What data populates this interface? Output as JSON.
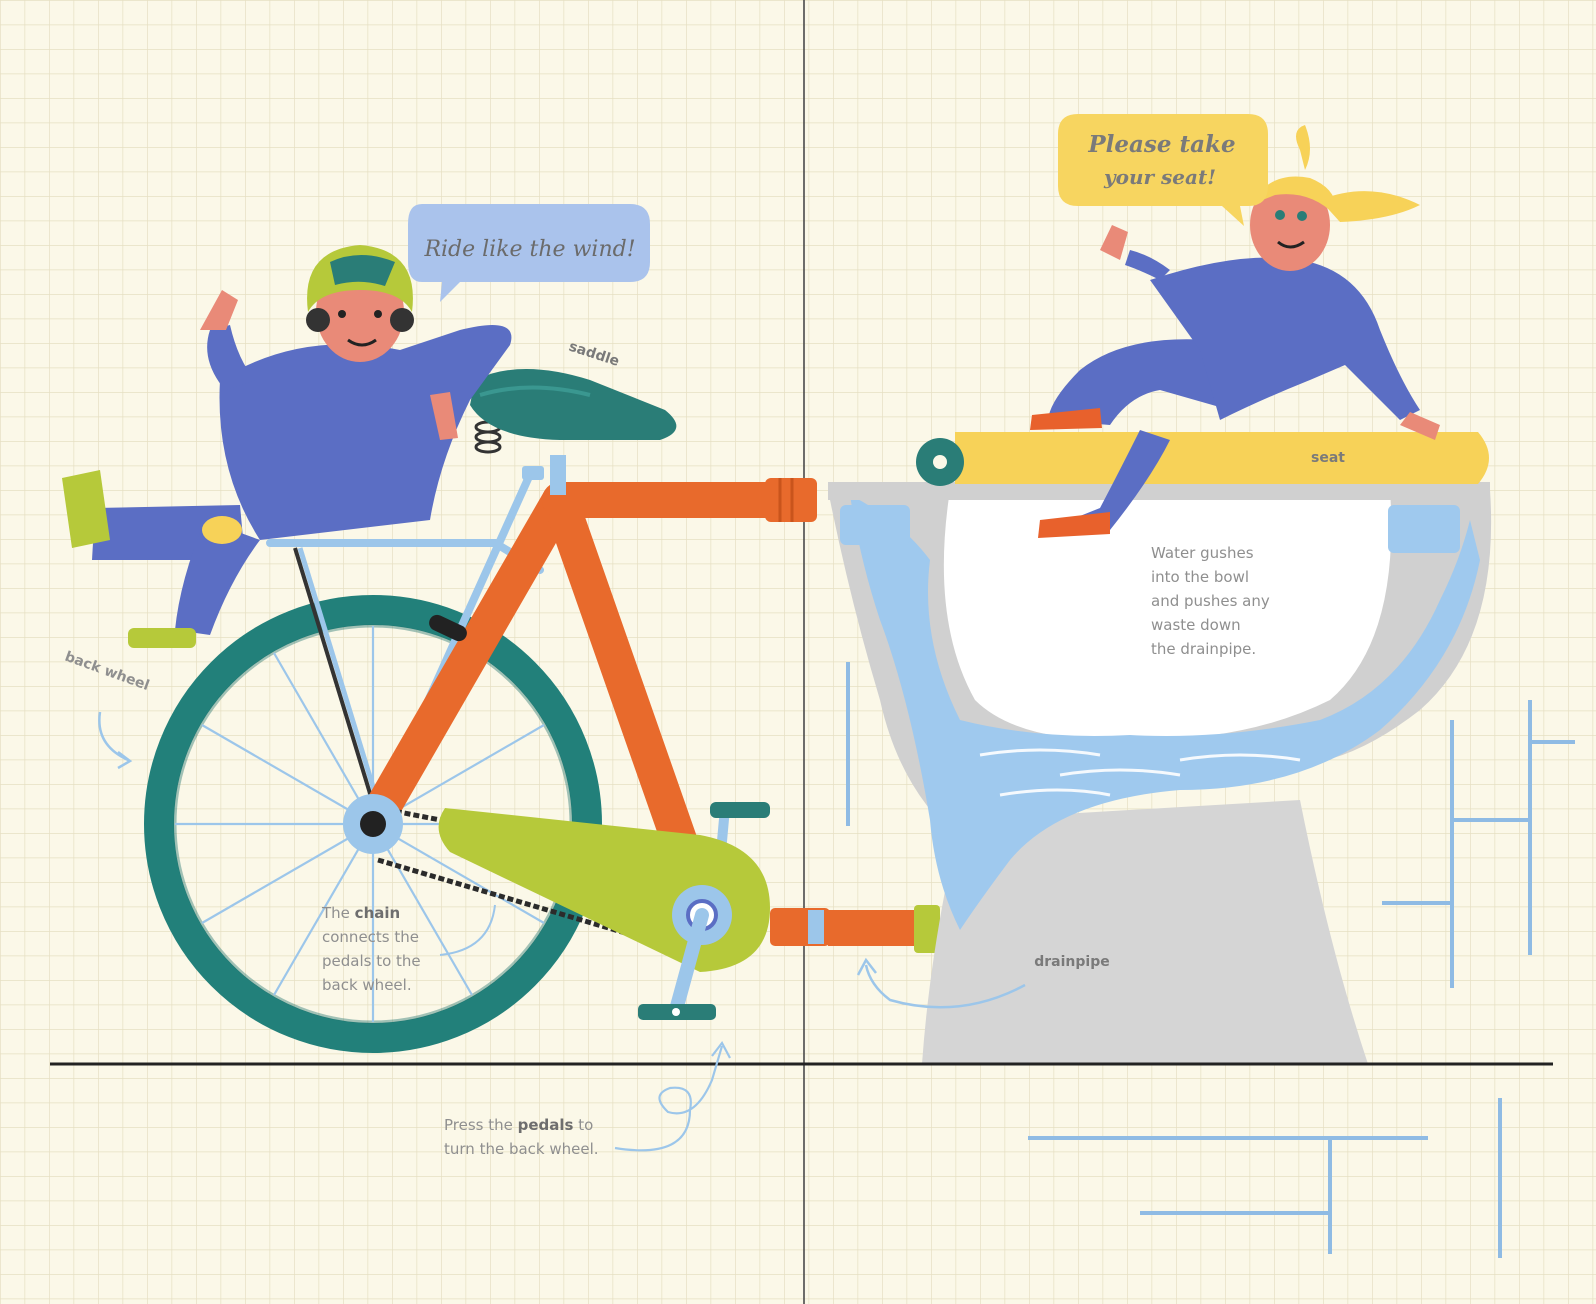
{
  "colors": {
    "paper": "#fbf8e8",
    "grid": "#e9e3c9",
    "overall_blue": "#5b6ec4",
    "bike_frame": "#e86a2c",
    "wheel_teal": "#22807a",
    "seat_teal": "#2a7d77",
    "chainguard": "#b6c93a",
    "toilet_grey": "#d5d5d5",
    "water_blue": "#9fc9ee",
    "seat_yellow": "#f7d258",
    "bubble_blue": "#aac3ec",
    "bubble_yellow": "#f7d560",
    "pipe_blue": "#9cc6ea"
  },
  "bubbles": {
    "left": "Ride like the wind!",
    "right_line1": "Please take",
    "right_line2": "your seat!"
  },
  "labels": {
    "saddle": "saddle",
    "back_wheel": "back wheel",
    "seat": "seat",
    "drainpipe": "drainpipe",
    "chain": {
      "l1_pre": "The ",
      "l1_bold": "chain",
      "l2": "connects the",
      "l3": "pedals to the",
      "l4": "back wheel."
    },
    "pedals": {
      "l1_pre": "Press the ",
      "l1_bold": "pedals",
      "l1_post": " to",
      "l2": "turn the back wheel."
    },
    "water": {
      "l1": "Water gushes",
      "l2": "into the bowl",
      "l3": "and pushes any",
      "l4": "waste down",
      "l5": "the drainpipe."
    }
  },
  "icons": [
    "mechanic-boy",
    "mechanic-girl",
    "bicycle",
    "toilet",
    "arrow"
  ]
}
